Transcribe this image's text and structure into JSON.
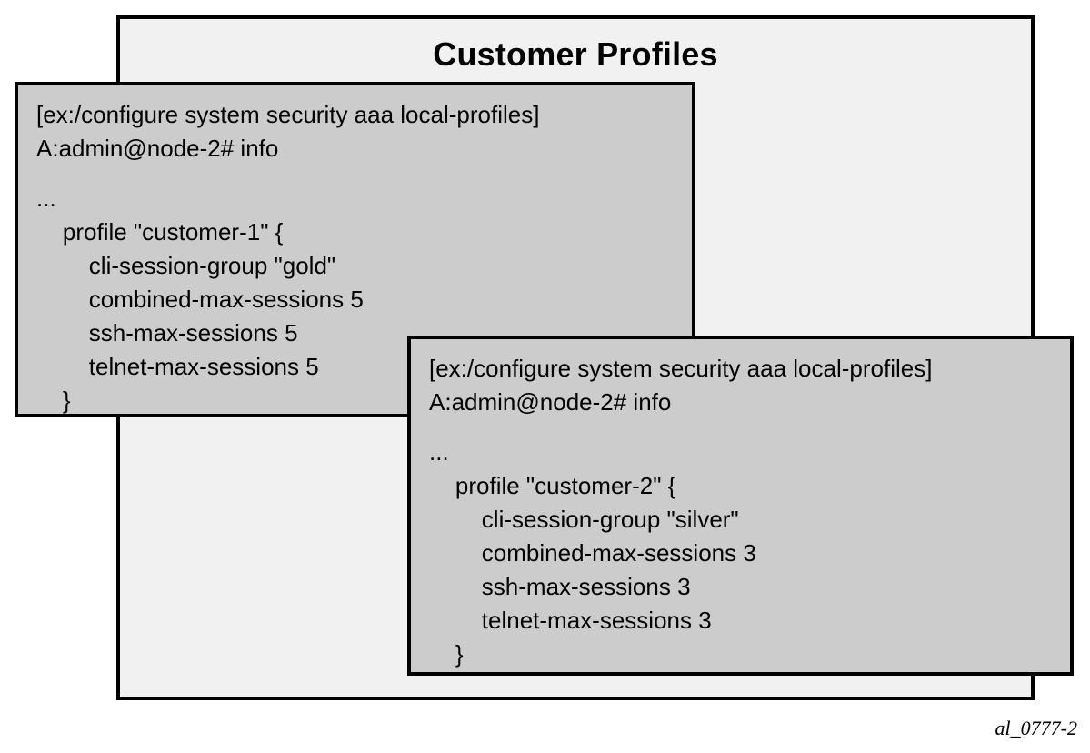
{
  "panel": {
    "title": "Customer Profiles"
  },
  "cli_blocks": [
    {
      "id": "customer-1",
      "lines": [
        "[ex:/configure system security aaa local-profiles]",
        "A:admin@node-2# info",
        "",
        "...",
        "    profile \"customer-1\" {",
        "        cli-session-group \"gold\"",
        "        combined-max-sessions 5",
        "        ssh-max-sessions 5",
        "        telnet-max-sessions 5",
        "    }"
      ]
    },
    {
      "id": "customer-2",
      "lines": [
        "[ex:/configure system security aaa local-profiles]",
        "A:admin@node-2# info",
        "",
        "...",
        "    profile \"customer-2\" {",
        "        cli-session-group \"silver\"",
        "        combined-max-sessions 3",
        "        ssh-max-sessions 3",
        "        telnet-max-sessions 3",
        "    }"
      ]
    }
  ],
  "caption": "al_0777-2",
  "colors": {
    "panel_fill": "#f1f1f1",
    "block_fill": "#cccccd",
    "border": "#000000",
    "text": "#000000"
  }
}
